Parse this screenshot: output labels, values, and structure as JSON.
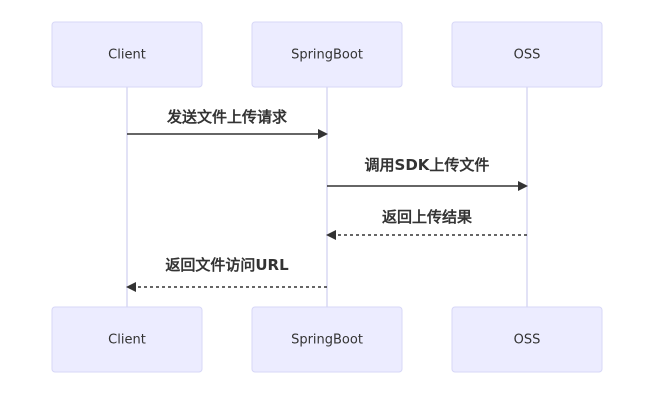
{
  "participants": [
    {
      "id": "client",
      "label": "Client"
    },
    {
      "id": "springboot",
      "label": "SpringBoot"
    },
    {
      "id": "oss",
      "label": "OSS"
    }
  ],
  "messages": [
    {
      "from": "client",
      "to": "springboot",
      "label": "发送文件上传请求",
      "style": "solid"
    },
    {
      "from": "springboot",
      "to": "oss",
      "label": "调用SDK上传文件",
      "style": "solid"
    },
    {
      "from": "oss",
      "to": "springboot",
      "label": "返回上传结果",
      "style": "dashed"
    },
    {
      "from": "springboot",
      "to": "client",
      "label": "返回文件访问URL",
      "style": "dashed"
    }
  ],
  "colors": {
    "actor_fill": "#ececff",
    "actor_stroke": "#d7d7f7",
    "lifeline": "#d8d8f4",
    "line": "#333333",
    "text": "#333333"
  }
}
